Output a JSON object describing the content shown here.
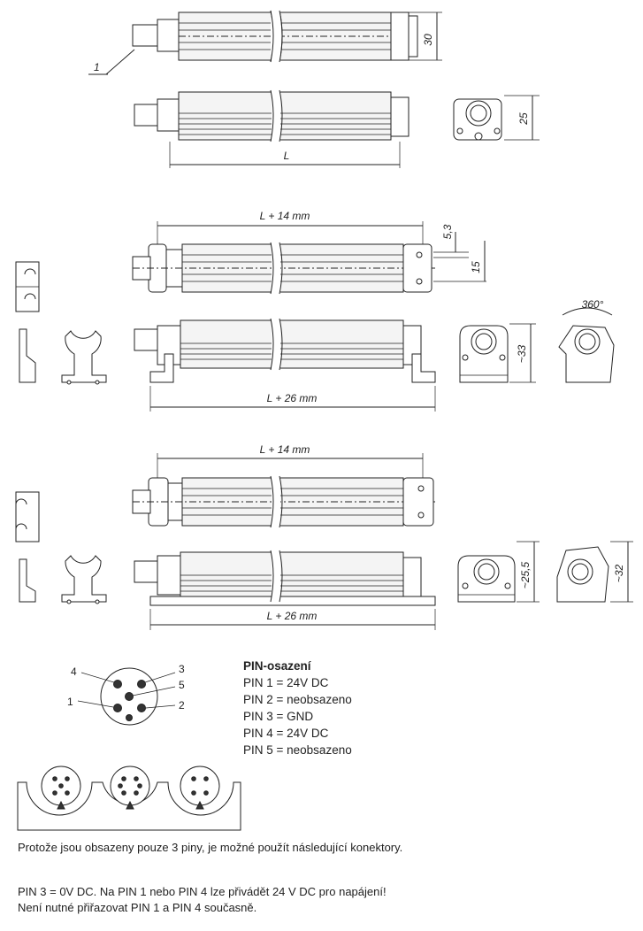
{
  "drawing": {
    "callout_1": "1",
    "dim_30": "30",
    "dim_L": "L",
    "dim_25": "25",
    "dim_L14_a": "L + 14 mm",
    "dim_5_3": "5,3",
    "dim_15": "15",
    "dim_360": "360°",
    "dim_33": "~33",
    "dim_L26_a": "L + 26 mm",
    "dim_L14_b": "L + 14 mm",
    "dim_25_5": "~25,5",
    "dim_32": "~32",
    "dim_L26_b": "L + 26 mm"
  },
  "connector": {
    "pin_labels": [
      "4",
      "3",
      "5",
      "1",
      "2"
    ]
  },
  "pin_assignment": {
    "title": "PIN-osazení",
    "rows": [
      "PIN 1 = 24V DC",
      "PIN 2 = neobsazeno",
      "PIN 3 = GND",
      "PIN 4 = 24V DC",
      "PIN 5 = neobsazeno"
    ]
  },
  "notes": {
    "line1": "Protože jsou obsazeny pouze 3 piny, je možné použít následující konektory.",
    "line2": "PIN 3 = 0V DC. Na PIN 1 nebo PIN 4 lze přivádět 24 V DC pro napájení!",
    "line3": "Není nutné přiřazovat PIN 1 a PIN 4 současně."
  }
}
